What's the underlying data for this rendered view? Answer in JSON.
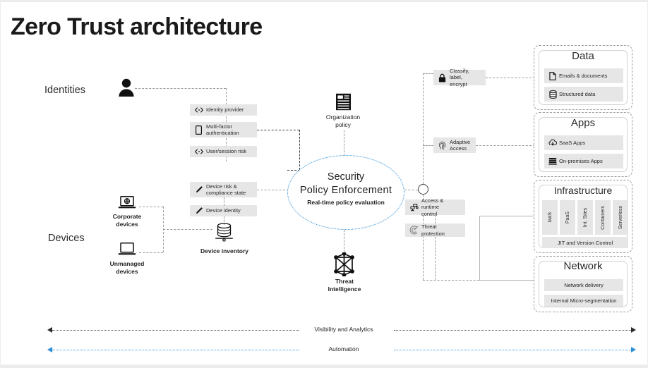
{
  "page": {
    "title": "Zero Trust architecture"
  },
  "columns": {
    "identities": "Identities",
    "devices": "Devices"
  },
  "signals": {
    "identity": [
      {
        "label": "Identity  provider",
        "icon": "bidirectional-arrow-icon"
      },
      {
        "label": "Multi-factor\nauthentication",
        "icon": "mobile-phone-icon"
      },
      {
        "label": "User/session risk",
        "icon": "bidirectional-arrow-icon"
      }
    ],
    "device": [
      {
        "label": "Device  risk &\ncompliance  state",
        "icon": "pen-icon"
      },
      {
        "label": "Device  identity",
        "icon": "pen-icon"
      }
    ]
  },
  "device_sources": [
    {
      "label": "Corporate\ndevices",
      "icon": "laptop-globe-icon"
    },
    {
      "label": "Unmanaged\ndevices",
      "icon": "laptop-icon"
    }
  ],
  "device_inventory": {
    "label": "Device inventory",
    "icon": "database-icon"
  },
  "organization_policy": {
    "label": "Organization\npolicy",
    "icon": "document-policy-icon"
  },
  "threat_intelligence": {
    "label": "Threat\nIntelligence",
    "icon": "threat-graph-icon"
  },
  "engine": {
    "line1": "Security",
    "line2": "Policy  Enforcement",
    "subtitle": "Real-time policy evaluation",
    "accent": "#2e8fd6"
  },
  "enforcement": [
    {
      "label": "Classify, label,\nencrypt",
      "icon": "lock-icon"
    },
    {
      "label": "Adaptive\nAccess",
      "icon": "fingerprint-icon"
    },
    {
      "label": "Access & runtime\ncontrol",
      "icon": "access-control-icon"
    },
    {
      "label": "Threat protection",
      "icon": "radar-icon"
    }
  ],
  "pillars": [
    {
      "title": "Data",
      "rows": [
        {
          "label": "Emails & documents",
          "icon": "file-icon"
        },
        {
          "label": "Structured  data",
          "icon": "database-icon"
        }
      ]
    },
    {
      "title": "Apps",
      "rows": [
        {
          "label": "SaaS Apps",
          "icon": "cloud-download-icon"
        },
        {
          "label": "On-premises Apps",
          "icon": "server-stack-icon"
        }
      ]
    },
    {
      "title": "Infrastructure",
      "vertical_cells": [
        "IaaS",
        "PaaS",
        "Int. Sites",
        "Containers",
        "Serverless"
      ],
      "rows": [
        {
          "label": "JIT and Version  Control",
          "icon": ""
        }
      ]
    },
    {
      "title": "Network",
      "rows": [
        {
          "label": "Network delivery",
          "icon": ""
        },
        {
          "label": "Internal Micro-segmentation",
          "icon": ""
        }
      ]
    }
  ],
  "rails": [
    {
      "label": "Visibility and Analytics",
      "color": "#4a4a4a"
    },
    {
      "label": "Automation",
      "color": "#3596e0"
    }
  ]
}
